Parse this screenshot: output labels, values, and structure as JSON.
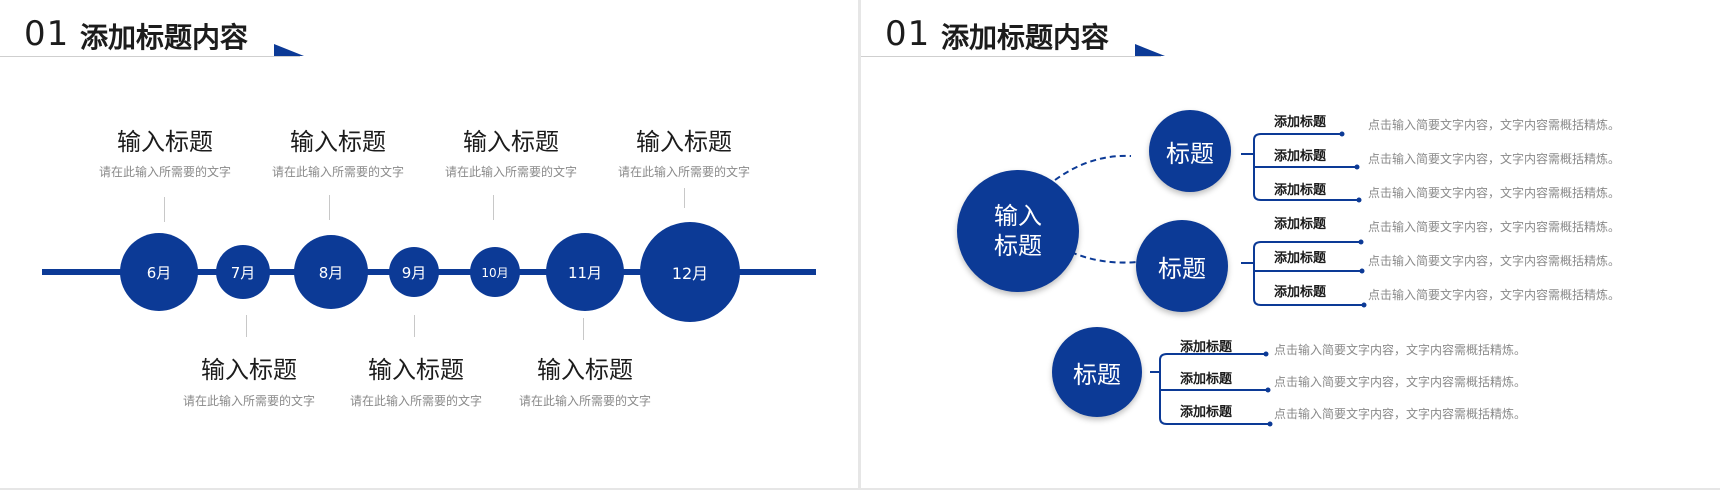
{
  "colors": {
    "accent": "#0c3a96",
    "text": "#1c1c1c",
    "muted": "#8a8a8a"
  },
  "left": {
    "header": {
      "number": "01",
      "title": "添加标题内容"
    },
    "top_items": [
      {
        "title": "输入标题",
        "sub": "请在此输入所需要的文字"
      },
      {
        "title": "输入标题",
        "sub": "请在此输入所需要的文字"
      },
      {
        "title": "输入标题",
        "sub": "请在此输入所需要的文字"
      },
      {
        "title": "输入标题",
        "sub": "请在此输入所需要的文字"
      }
    ],
    "bottom_items": [
      {
        "title": "输入标题",
        "sub": "请在此输入所需要的文字"
      },
      {
        "title": "输入标题",
        "sub": "请在此输入所需要的文字"
      },
      {
        "title": "输入标题",
        "sub": "请在此输入所需要的文字"
      }
    ],
    "months": [
      "6月",
      "7月",
      "8月",
      "9月",
      "10月",
      "11月",
      "12月"
    ]
  },
  "right": {
    "header": {
      "number": "01",
      "title": "添加标题内容"
    },
    "main_label": "输入\n标题",
    "groups": [
      {
        "label": "标题",
        "items": [
          {
            "title": "添加标题",
            "desc": "点击输入简要文字内容，文字内容需概括精炼。"
          },
          {
            "title": "添加标题",
            "desc": "点击输入简要文字内容，文字内容需概括精炼。"
          },
          {
            "title": "添加标题",
            "desc": "点击输入简要文字内容，文字内容需概括精炼。"
          }
        ]
      },
      {
        "label": "标题",
        "items": [
          {
            "title": "添加标题",
            "desc": "点击输入简要文字内容，文字内容需概括精炼。"
          },
          {
            "title": "添加标题",
            "desc": "点击输入简要文字内容，文字内容需概括精炼。"
          },
          {
            "title": "添加标题",
            "desc": "点击输入简要文字内容，文字内容需概括精炼。"
          }
        ]
      },
      {
        "label": "标题",
        "items": [
          {
            "title": "添加标题",
            "desc": "点击输入简要文字内容，文字内容需概括精炼。"
          },
          {
            "title": "添加标题",
            "desc": "点击输入简要文字内容，文字内容需概括精炼。"
          },
          {
            "title": "添加标题",
            "desc": "点击输入简要文字内容，文字内容需概括精炼。"
          }
        ]
      }
    ]
  }
}
